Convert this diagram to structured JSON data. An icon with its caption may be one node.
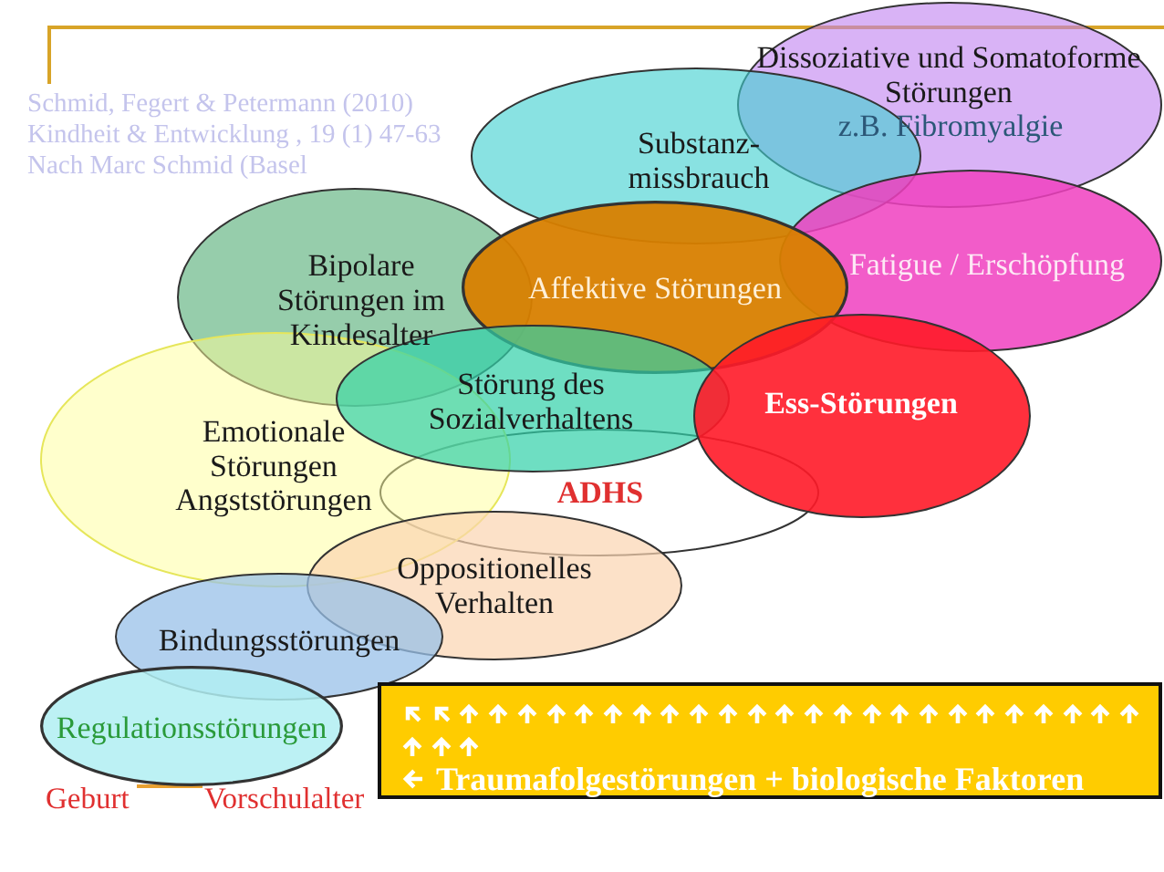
{
  "diagram": {
    "nodes": [
      {
        "text": [
          "Dissoziative und Somatoforme Störungen",
          "z.B. Fibromyalgie"
        ]
      },
      {
        "text": [
          "Substanz- missbrauch"
        ]
      },
      {
        "text": [
          "Bipolare Störungen im Kindesalter"
        ]
      },
      {
        "text": [
          "Affektive Störungen"
        ]
      },
      {
        "text": [
          "Fatigue / Erschöpfung"
        ]
      },
      {
        "text": [
          "Störung des Sozialverhaltens"
        ]
      },
      {
        "text": [
          "Ess-Störungen"
        ]
      },
      {
        "text": [
          "Emotionale Störungen",
          "Angststörungen"
        ]
      },
      {
        "text": [
          "ADHS"
        ]
      },
      {
        "text": [
          "Oppositionelles Verhalten"
        ]
      },
      {
        "text": [
          "Bindungsstörungen"
        ]
      },
      {
        "text": [
          "Regulationsstörungen"
        ]
      },
      {
        "text": [
          "Traumafolgestörungen + biologische Faktoren"
        ]
      }
    ],
    "labels": [
      "Schmid, Fegert & Petermann (2010)",
      "Kindheit & Entwicklung , 19 (1) 47-63",
      "Nach Marc Schmid (Basel",
      "Geburt",
      "Vorschulalter"
    ]
  }
}
